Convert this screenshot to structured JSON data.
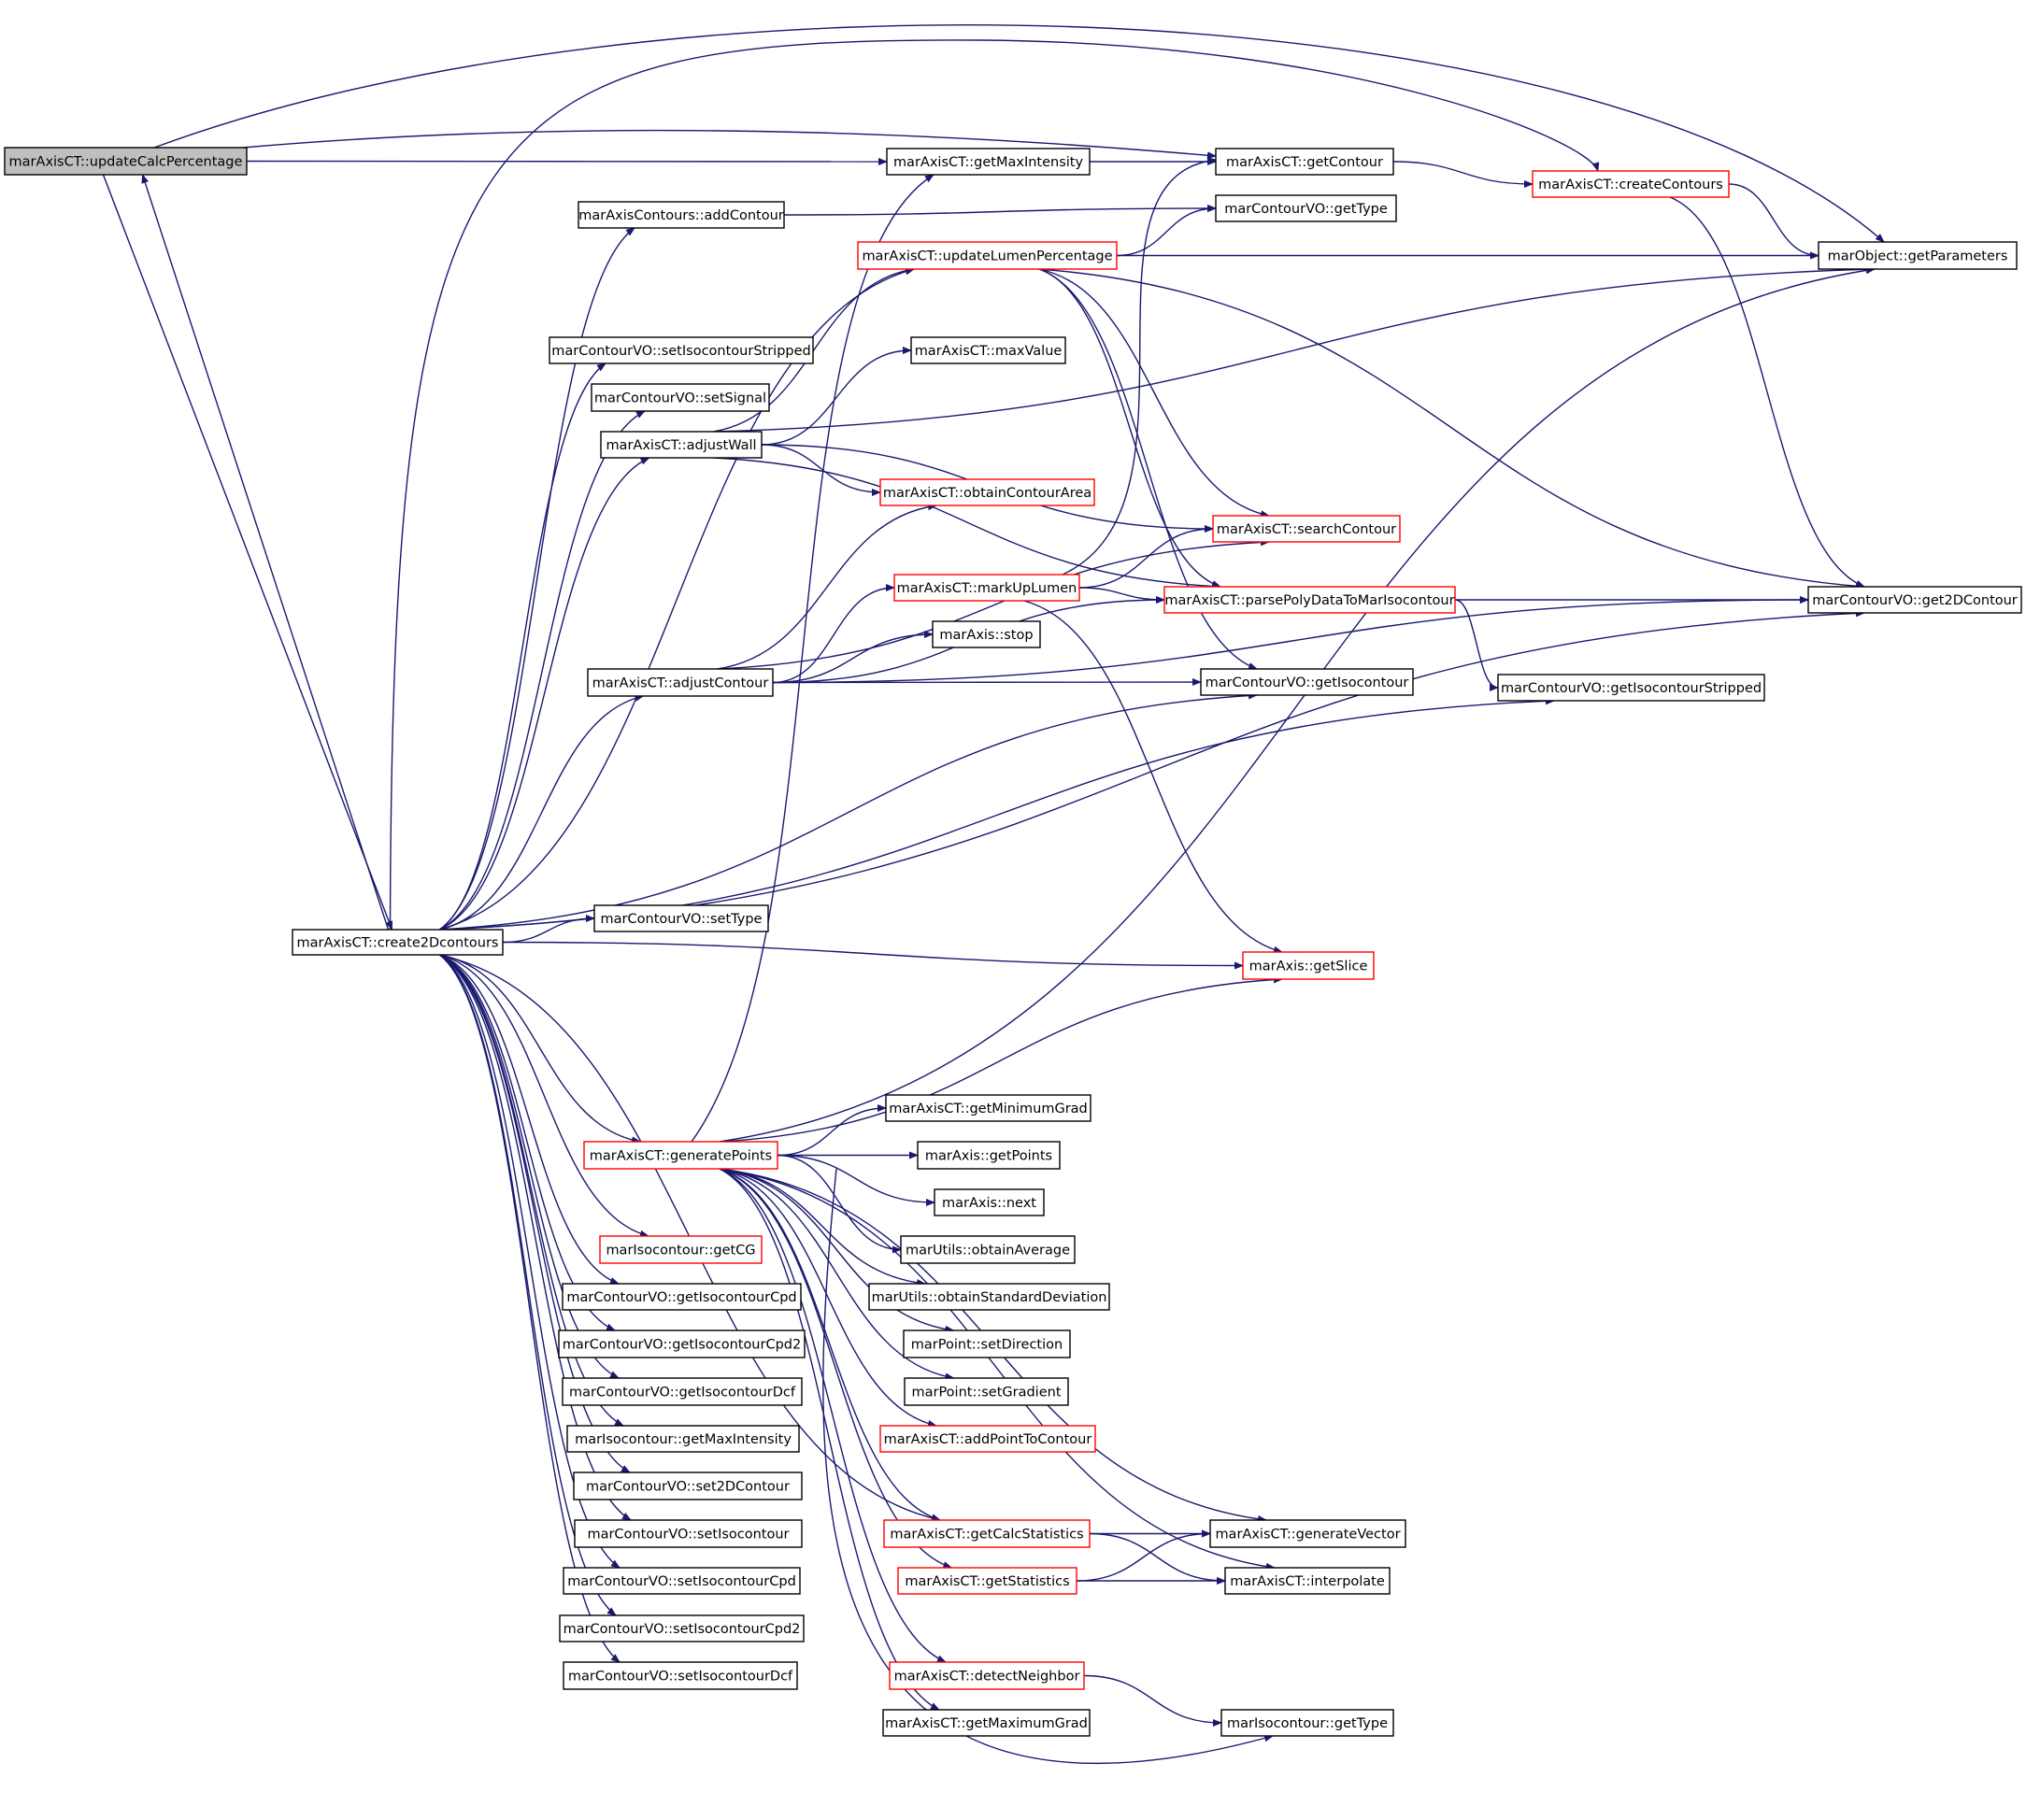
{
  "title": "marAxisCT::updateCalcPercentage call graph",
  "colors": {
    "edge": "#191970",
    "root_fill": "#bfbfbf",
    "node_fill": "#ffffff",
    "node_border": "#000000",
    "truncated_border": "#ff0000"
  },
  "nodes": [
    {
      "id": "updateCalcPercentage",
      "label": "marAxisCT::updateCalcPercentage",
      "kind": "root"
    },
    {
      "id": "getMaxIntensity",
      "label": "marAxisCT::getMaxIntensity",
      "kind": "normal"
    },
    {
      "id": "getContour",
      "label": "marAxisCT::getContour",
      "kind": "normal"
    },
    {
      "id": "createContours",
      "label": "marAxisCT::createContours",
      "kind": "truncated"
    },
    {
      "id": "addContour",
      "label": "marAxisContours::addContour",
      "kind": "normal"
    },
    {
      "id": "voGetType",
      "label": "marContourVO::getType",
      "kind": "normal"
    },
    {
      "id": "updateLumenPercentage",
      "label": "marAxisCT::updateLumenPercentage",
      "kind": "truncated"
    },
    {
      "id": "getParameters",
      "label": "marObject::getParameters",
      "kind": "normal"
    },
    {
      "id": "setIsocontourStripped",
      "label": "marContourVO::setIsocontourStripped",
      "kind": "normal"
    },
    {
      "id": "maxValue",
      "label": "marAxisCT::maxValue",
      "kind": "normal"
    },
    {
      "id": "setSignal",
      "label": "marContourVO::setSignal",
      "kind": "normal"
    },
    {
      "id": "adjustWall",
      "label": "marAxisCT::adjustWall",
      "kind": "normal"
    },
    {
      "id": "obtainContourArea",
      "label": "marAxisCT::obtainContourArea",
      "kind": "truncated"
    },
    {
      "id": "searchContour",
      "label": "marAxisCT::searchContour",
      "kind": "truncated"
    },
    {
      "id": "markUpLumen",
      "label": "marAxisCT::markUpLumen",
      "kind": "truncated"
    },
    {
      "id": "parsePolyData",
      "label": "marAxisCT::parsePolyDataToMarIsocontour",
      "kind": "truncated"
    },
    {
      "id": "get2DContour",
      "label": "marContourVO::get2DContour",
      "kind": "normal"
    },
    {
      "id": "stop",
      "label": "marAxis::stop",
      "kind": "normal"
    },
    {
      "id": "adjustContour",
      "label": "marAxisCT::adjustContour",
      "kind": "normal"
    },
    {
      "id": "getIsocontour",
      "label": "marContourVO::getIsocontour",
      "kind": "normal"
    },
    {
      "id": "getIsocontourStripped",
      "label": "marContourVO::getIsocontourStripped",
      "kind": "normal"
    },
    {
      "id": "create2Dcontours",
      "label": "marAxisCT::create2Dcontours",
      "kind": "normal"
    },
    {
      "id": "setType",
      "label": "marContourVO::setType",
      "kind": "normal"
    },
    {
      "id": "getSlice",
      "label": "marAxis::getSlice",
      "kind": "truncated"
    },
    {
      "id": "getMinimumGrad",
      "label": "marAxisCT::getMinimumGrad",
      "kind": "normal"
    },
    {
      "id": "generatePoints",
      "label": "marAxisCT::generatePoints",
      "kind": "truncated"
    },
    {
      "id": "getPoints",
      "label": "marAxis::getPoints",
      "kind": "normal"
    },
    {
      "id": "next",
      "label": "marAxis::next",
      "kind": "normal"
    },
    {
      "id": "getCG",
      "label": "marIsocontour::getCG",
      "kind": "truncated"
    },
    {
      "id": "obtainAverage",
      "label": "marUtils::obtainAverage",
      "kind": "normal"
    },
    {
      "id": "getIsocontourCpd",
      "label": "marContourVO::getIsocontourCpd",
      "kind": "normal"
    },
    {
      "id": "obtainStandardDeviation",
      "label": "marUtils::obtainStandardDeviation",
      "kind": "normal"
    },
    {
      "id": "getIsocontourCpd2",
      "label": "marContourVO::getIsocontourCpd2",
      "kind": "normal"
    },
    {
      "id": "setDirection",
      "label": "marPoint::setDirection",
      "kind": "normal"
    },
    {
      "id": "getIsocontourDcf",
      "label": "marContourVO::getIsocontourDcf",
      "kind": "normal"
    },
    {
      "id": "setGradient",
      "label": "marPoint::setGradient",
      "kind": "normal"
    },
    {
      "id": "isoGetMaxIntensity",
      "label": "marIsocontour::getMaxIntensity",
      "kind": "normal"
    },
    {
      "id": "addPointToContour",
      "label": "marAxisCT::addPointToContour",
      "kind": "truncated"
    },
    {
      "id": "set2DContour",
      "label": "marContourVO::set2DContour",
      "kind": "normal"
    },
    {
      "id": "setIsocontour",
      "label": "marContourVO::setIsocontour",
      "kind": "normal"
    },
    {
      "id": "getCalcStatistics",
      "label": "marAxisCT::getCalcStatistics",
      "kind": "truncated"
    },
    {
      "id": "generateVector",
      "label": "marAxisCT::generateVector",
      "kind": "normal"
    },
    {
      "id": "setIsocontourCpd",
      "label": "marContourVO::setIsocontourCpd",
      "kind": "normal"
    },
    {
      "id": "getStatistics",
      "label": "marAxisCT::getStatistics",
      "kind": "truncated"
    },
    {
      "id": "interpolate",
      "label": "marAxisCT::interpolate",
      "kind": "normal"
    },
    {
      "id": "setIsocontourCpd2",
      "label": "marContourVO::setIsocontourCpd2",
      "kind": "normal"
    },
    {
      "id": "setIsocontourDcf",
      "label": "marContourVO::setIsocontourDcf",
      "kind": "normal"
    },
    {
      "id": "detectNeighbor",
      "label": "marAxisCT::detectNeighbor",
      "kind": "truncated"
    },
    {
      "id": "getMaximumGrad",
      "label": "marAxisCT::getMaximumGrad",
      "kind": "normal"
    },
    {
      "id": "isoGetType",
      "label": "marIsocontour::getType",
      "kind": "normal"
    }
  ],
  "edges": [
    [
      "updateCalcPercentage",
      "getMaxIntensity"
    ],
    [
      "updateCalcPercentage",
      "getContour"
    ],
    [
      "updateCalcPercentage",
      "getParameters"
    ],
    [
      "updateCalcPercentage",
      "create2Dcontours"
    ],
    [
      "getMaxIntensity",
      "getContour"
    ],
    [
      "getContour",
      "createContours"
    ],
    [
      "createContours",
      "getParameters"
    ],
    [
      "createContours",
      "get2DContour"
    ],
    [
      "addContour",
      "voGetType"
    ],
    [
      "updateLumenPercentage",
      "voGetType"
    ],
    [
      "updateLumenPercentage",
      "getParameters"
    ],
    [
      "updateLumenPercentage",
      "searchContour"
    ],
    [
      "updateLumenPercentage",
      "parsePolyData"
    ],
    [
      "updateLumenPercentage",
      "get2DContour"
    ],
    [
      "updateLumenPercentage",
      "getIsocontour"
    ],
    [
      "adjustWall",
      "updateLumenPercentage"
    ],
    [
      "adjustWall",
      "maxValue"
    ],
    [
      "adjustWall",
      "getParameters"
    ],
    [
      "adjustWall",
      "obtainContourArea"
    ],
    [
      "adjustWall",
      "searchContour"
    ],
    [
      "adjustWall",
      "parsePolyData"
    ],
    [
      "markUpLumen",
      "getContour"
    ],
    [
      "markUpLumen",
      "searchContour"
    ],
    [
      "markUpLumen",
      "parsePolyData"
    ],
    [
      "markUpLumen",
      "getSlice"
    ],
    [
      "parsePolyData",
      "get2DContour"
    ],
    [
      "parsePolyData",
      "getIsocontourStripped"
    ],
    [
      "adjustContour",
      "obtainContourArea"
    ],
    [
      "adjustContour",
      "searchContour"
    ],
    [
      "adjustContour",
      "markUpLumen"
    ],
    [
      "adjustContour",
      "stop"
    ],
    [
      "adjustContour",
      "parsePolyData"
    ],
    [
      "adjustContour",
      "getIsocontour"
    ],
    [
      "adjustContour",
      "get2DContour"
    ],
    [
      "create2Dcontours",
      "updateCalcPercentage"
    ],
    [
      "create2Dcontours",
      "addContour"
    ],
    [
      "create2Dcontours",
      "updateLumenPercentage"
    ],
    [
      "create2Dcontours",
      "createContours"
    ],
    [
      "create2Dcontours",
      "setIsocontourStripped"
    ],
    [
      "create2Dcontours",
      "setSignal"
    ],
    [
      "create2Dcontours",
      "adjustWall"
    ],
    [
      "create2Dcontours",
      "adjustContour"
    ],
    [
      "create2Dcontours",
      "getIsocontour"
    ],
    [
      "create2Dcontours",
      "getIsocontourStripped"
    ],
    [
      "create2Dcontours",
      "setType"
    ],
    [
      "create2Dcontours",
      "get2DContour"
    ],
    [
      "create2Dcontours",
      "getSlice"
    ],
    [
      "create2Dcontours",
      "generatePoints"
    ],
    [
      "create2Dcontours",
      "getCG"
    ],
    [
      "create2Dcontours",
      "getIsocontourCpd"
    ],
    [
      "create2Dcontours",
      "getIsocontourCpd2"
    ],
    [
      "create2Dcontours",
      "getIsocontourDcf"
    ],
    [
      "create2Dcontours",
      "isoGetMaxIntensity"
    ],
    [
      "create2Dcontours",
      "set2DContour"
    ],
    [
      "create2Dcontours",
      "setIsocontour"
    ],
    [
      "create2Dcontours",
      "setIsocontourCpd"
    ],
    [
      "create2Dcontours",
      "setIsocontourCpd2"
    ],
    [
      "create2Dcontours",
      "setIsocontourDcf"
    ],
    [
      "create2Dcontours",
      "getCalcStatistics"
    ],
    [
      "generatePoints",
      "getMaxIntensity"
    ],
    [
      "generatePoints",
      "getSlice"
    ],
    [
      "generatePoints",
      "getParameters"
    ],
    [
      "generatePoints",
      "getMinimumGrad"
    ],
    [
      "generatePoints",
      "getPoints"
    ],
    [
      "generatePoints",
      "next"
    ],
    [
      "generatePoints",
      "obtainAverage"
    ],
    [
      "generatePoints",
      "obtainStandardDeviation"
    ],
    [
      "generatePoints",
      "setDirection"
    ],
    [
      "generatePoints",
      "setGradient"
    ],
    [
      "generatePoints",
      "addPointToContour"
    ],
    [
      "generatePoints",
      "generateVector"
    ],
    [
      "generatePoints",
      "getCalcStatistics"
    ],
    [
      "generatePoints",
      "getStatistics"
    ],
    [
      "generatePoints",
      "interpolate"
    ],
    [
      "generatePoints",
      "detectNeighbor"
    ],
    [
      "generatePoints",
      "getMaximumGrad"
    ],
    [
      "generatePoints",
      "isoGetType"
    ],
    [
      "getCalcStatistics",
      "generateVector"
    ],
    [
      "getCalcStatistics",
      "interpolate"
    ],
    [
      "getStatistics",
      "generateVector"
    ],
    [
      "getStatistics",
      "interpolate"
    ],
    [
      "detectNeighbor",
      "isoGetType"
    ]
  ]
}
